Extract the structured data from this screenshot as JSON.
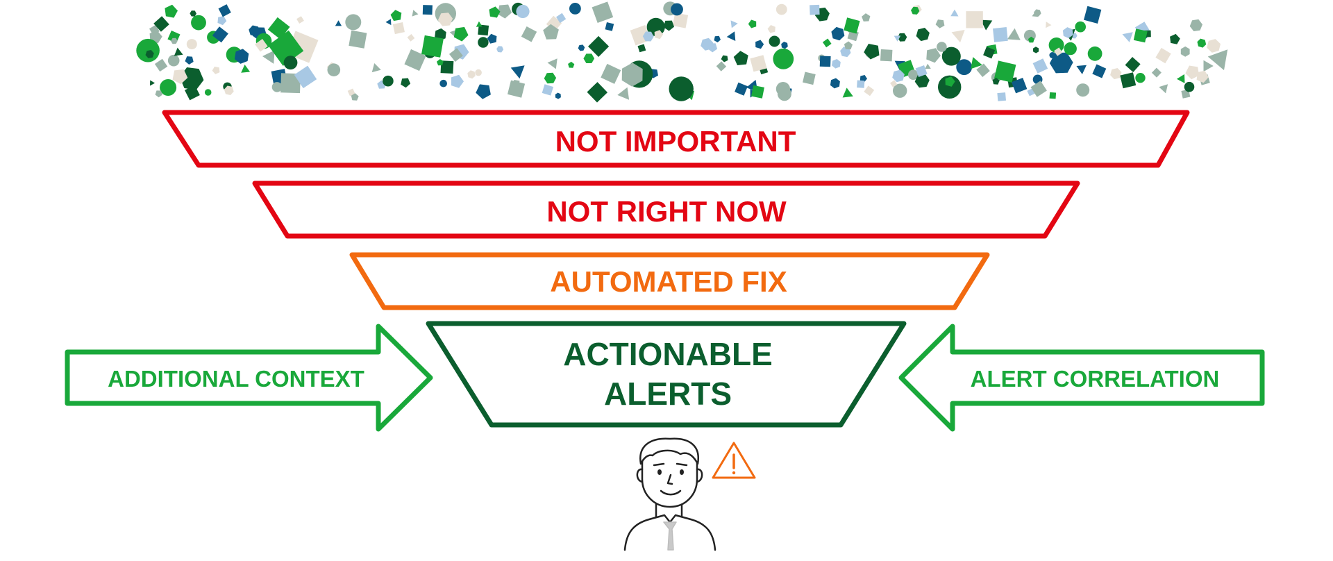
{
  "funnel": {
    "stage_1": {
      "label": "NOT IMPORTANT",
      "color": "#e30613"
    },
    "stage_2": {
      "label": "NOT RIGHT NOW",
      "color": "#e30613"
    },
    "stage_3": {
      "label": "AUTOMATED FIX",
      "color": "#f26a10"
    },
    "stage_4": {
      "label_line_1": "ACTIONABLE",
      "label_line_2": "ALERTS",
      "color": "#0b5e2e"
    }
  },
  "arrows": {
    "left": {
      "label": "ADDITIONAL CONTEXT",
      "color": "#19a83a"
    },
    "right": {
      "label": "ALERT CORRELATION",
      "color": "#19a83a"
    }
  },
  "person": {
    "icon": "person-icon",
    "alert_icon": "warning-icon",
    "alert_color": "#f26a10"
  },
  "confetti_palette": [
    "#0b5e2e",
    "#19a83a",
    "#0d5a86",
    "#a8c8e4",
    "#9ab4a8",
    "#e8e0d4"
  ]
}
